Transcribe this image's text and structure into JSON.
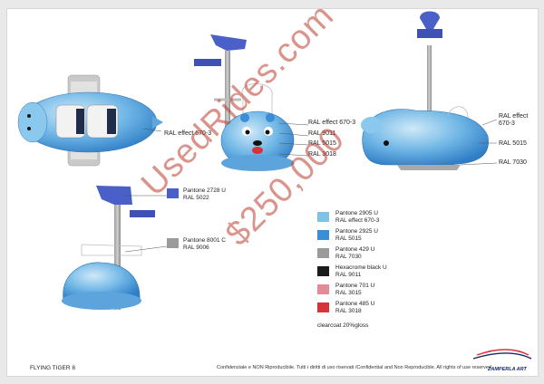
{
  "labels": {
    "top_ral": "RAL effect 670-3",
    "mid_ral_effect": "RAL effect 670-3",
    "mid_ral_9011": "RAL 9011",
    "mid_ral_5015": "RAL 5015",
    "mid_ral_3018": "RAL 3018",
    "right_ral_effect": "RAL effect\n670-3",
    "right_ral_5015": "RAL 5015",
    "right_ral_7030": "RAL 7030",
    "pole_top_pantone": "Pantone 2728 U\nRAL 5022",
    "pole_mid_pantone": "Pantone 8001 C\nRAL 9006"
  },
  "swatches": [
    {
      "pantone": "Pantone 2905 U",
      "ral": "RAL effect 670-3",
      "color": "#7ec2e6"
    },
    {
      "pantone": "Pantone 2925 U",
      "ral": "RAL 5015",
      "color": "#3a8ed6"
    },
    {
      "pantone": "Pantone 429 U",
      "ral": "RAL 7030",
      "color": "#9b9b9b"
    },
    {
      "pantone": "Hexacrome black U",
      "ral": "RAL 9011",
      "color": "#1b1b1b"
    },
    {
      "pantone": "Pantone 701 U",
      "ral": "RAL 3015",
      "color": "#e68a96"
    },
    {
      "pantone": "Pantone 485 U",
      "ral": "RAL 3018",
      "color": "#d8323a"
    }
  ],
  "finish_note": "clearcoat 20%gloss",
  "watermark": {
    "site": "UsedRides.com",
    "price": "$250,000"
  },
  "footer": {
    "title": "FLYING TIGER 8",
    "confidential": "Confidenziale e NON Riproducibile. Tutti i diritti di uso riservati /Confidential and Non Reproducible. All rights of use reserved",
    "logo": "ZAMPERLA ART"
  },
  "colors": {
    "light_blue": "#7ec2e6",
    "mid_blue": "#3a8ed6",
    "pole_blue": "#4a5fc8",
    "grey": "#9b9b9b"
  }
}
